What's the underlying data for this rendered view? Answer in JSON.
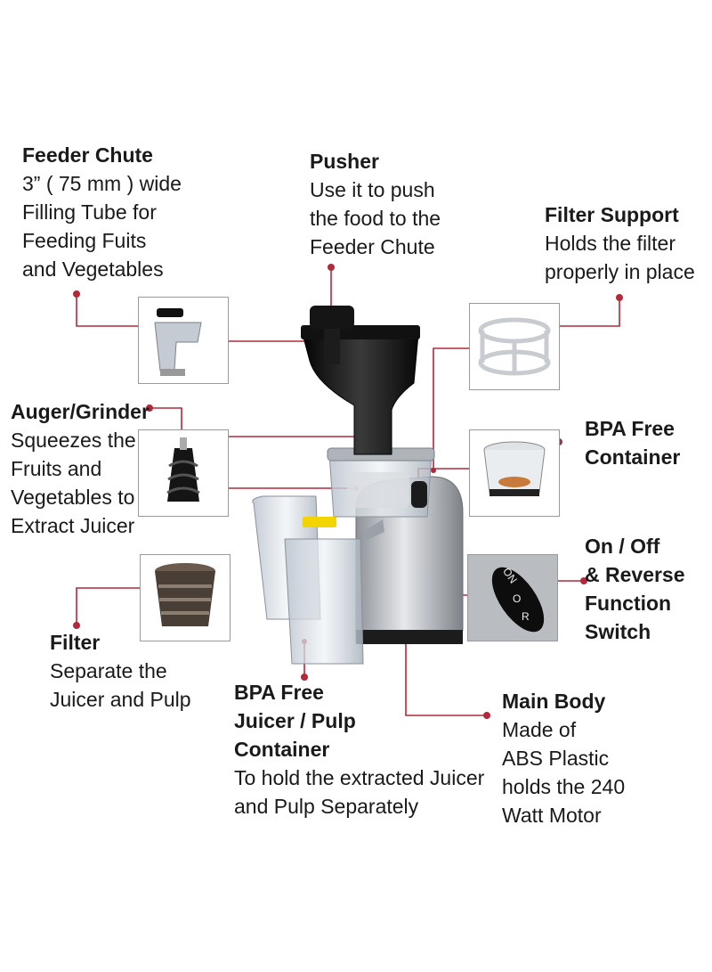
{
  "diagram": {
    "colors": {
      "leader": "#b3283a",
      "text": "#1a1a1a",
      "body": "#c9ccd1",
      "black_part": "#141414"
    },
    "labels": [
      {
        "id": "feeder",
        "title": "Feeder Chute",
        "lines": [
          "3” ( 75 mm ) wide",
          "Filling Tube for",
          "Feeding Fuits",
          "and Vegetables"
        ]
      },
      {
        "id": "pusher",
        "title": "Pusher",
        "lines": [
          "Use it to push",
          "the food to the",
          "Feeder Chute"
        ]
      },
      {
        "id": "filter_support",
        "title": "Filter Support",
        "lines": [
          "Holds the filter",
          "properly in place"
        ]
      },
      {
        "id": "auger",
        "title": "Auger/Grinder",
        "lines": [
          "Squeezes the",
          "Fruits and",
          "Vegetables to",
          "Extract Juicer"
        ]
      },
      {
        "id": "bpa_container",
        "title_lines": [
          "BPA Free",
          "Container"
        ],
        "lines": []
      },
      {
        "id": "switch",
        "title_lines": [
          "On / Off",
          "& Reverse",
          "Function",
          "Switch"
        ],
        "lines": []
      },
      {
        "id": "filter",
        "title": "Filter",
        "lines": [
          "Separate the",
          "Juicer and Pulp"
        ]
      },
      {
        "id": "juice_container",
        "title_lines": [
          "BPA Free",
          "Juicer / Pulp",
          "Container"
        ],
        "lines": [
          "To hold the extracted Juicer",
          "and Pulp Separately"
        ]
      },
      {
        "id": "main_body",
        "title": "Main Body",
        "lines": [
          "Made of",
          "ABS Plastic",
          "holds the 240",
          "Watt Motor"
        ]
      }
    ],
    "switch_panel_text": [
      "ON",
      "O",
      "R"
    ]
  }
}
